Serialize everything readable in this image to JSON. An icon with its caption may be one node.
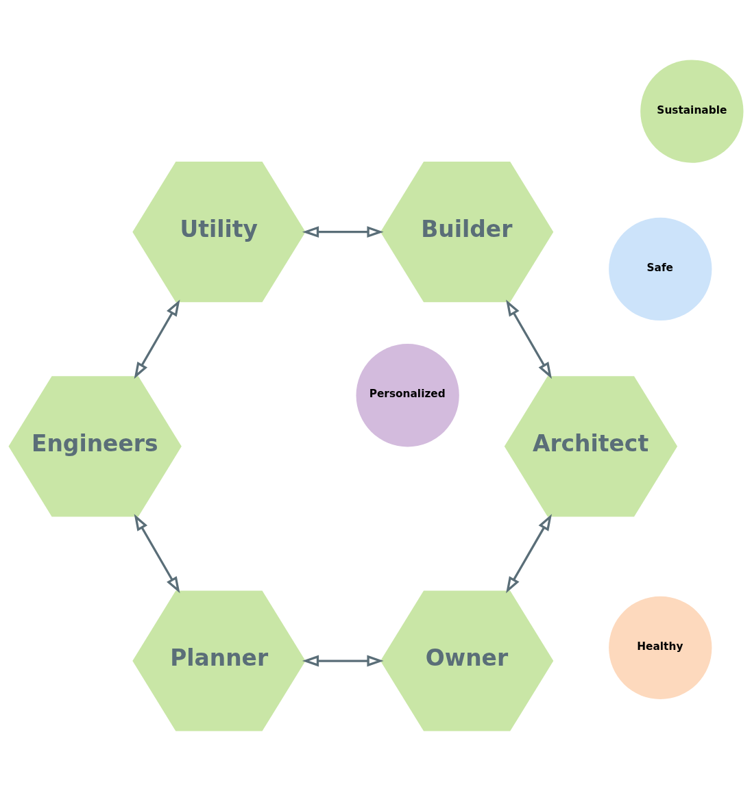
{
  "diagram": {
    "nodes": [
      {
        "text": [
          "Owner"
        ]
      },
      {
        "text": [
          "Architect"
        ]
      },
      {
        "text": [
          "Planner"
        ]
      },
      {
        "text": [
          "Personalized"
        ]
      },
      {
        "text": [
          "Healthy"
        ]
      },
      {
        "text": [
          "Safe"
        ]
      },
      {
        "text": [
          "Sustainable"
        ]
      },
      {
        "text": [
          "Builder"
        ]
      },
      {
        "text": [
          "Engineers"
        ]
      },
      {
        "text": [
          "Utility"
        ]
      }
    ],
    "edges": [
      {
        "from": 1,
        "to": 0,
        "arrow": "both"
      },
      {
        "from": 0,
        "to": 2,
        "arrow": "both"
      },
      {
        "from": 1,
        "to": 7,
        "arrow": "both"
      },
      {
        "from": 2,
        "to": 8,
        "arrow": "both"
      },
      {
        "from": 7,
        "to": 9,
        "arrow": "both"
      },
      {
        "from": 8,
        "to": 9,
        "arrow": "both"
      }
    ]
  }
}
